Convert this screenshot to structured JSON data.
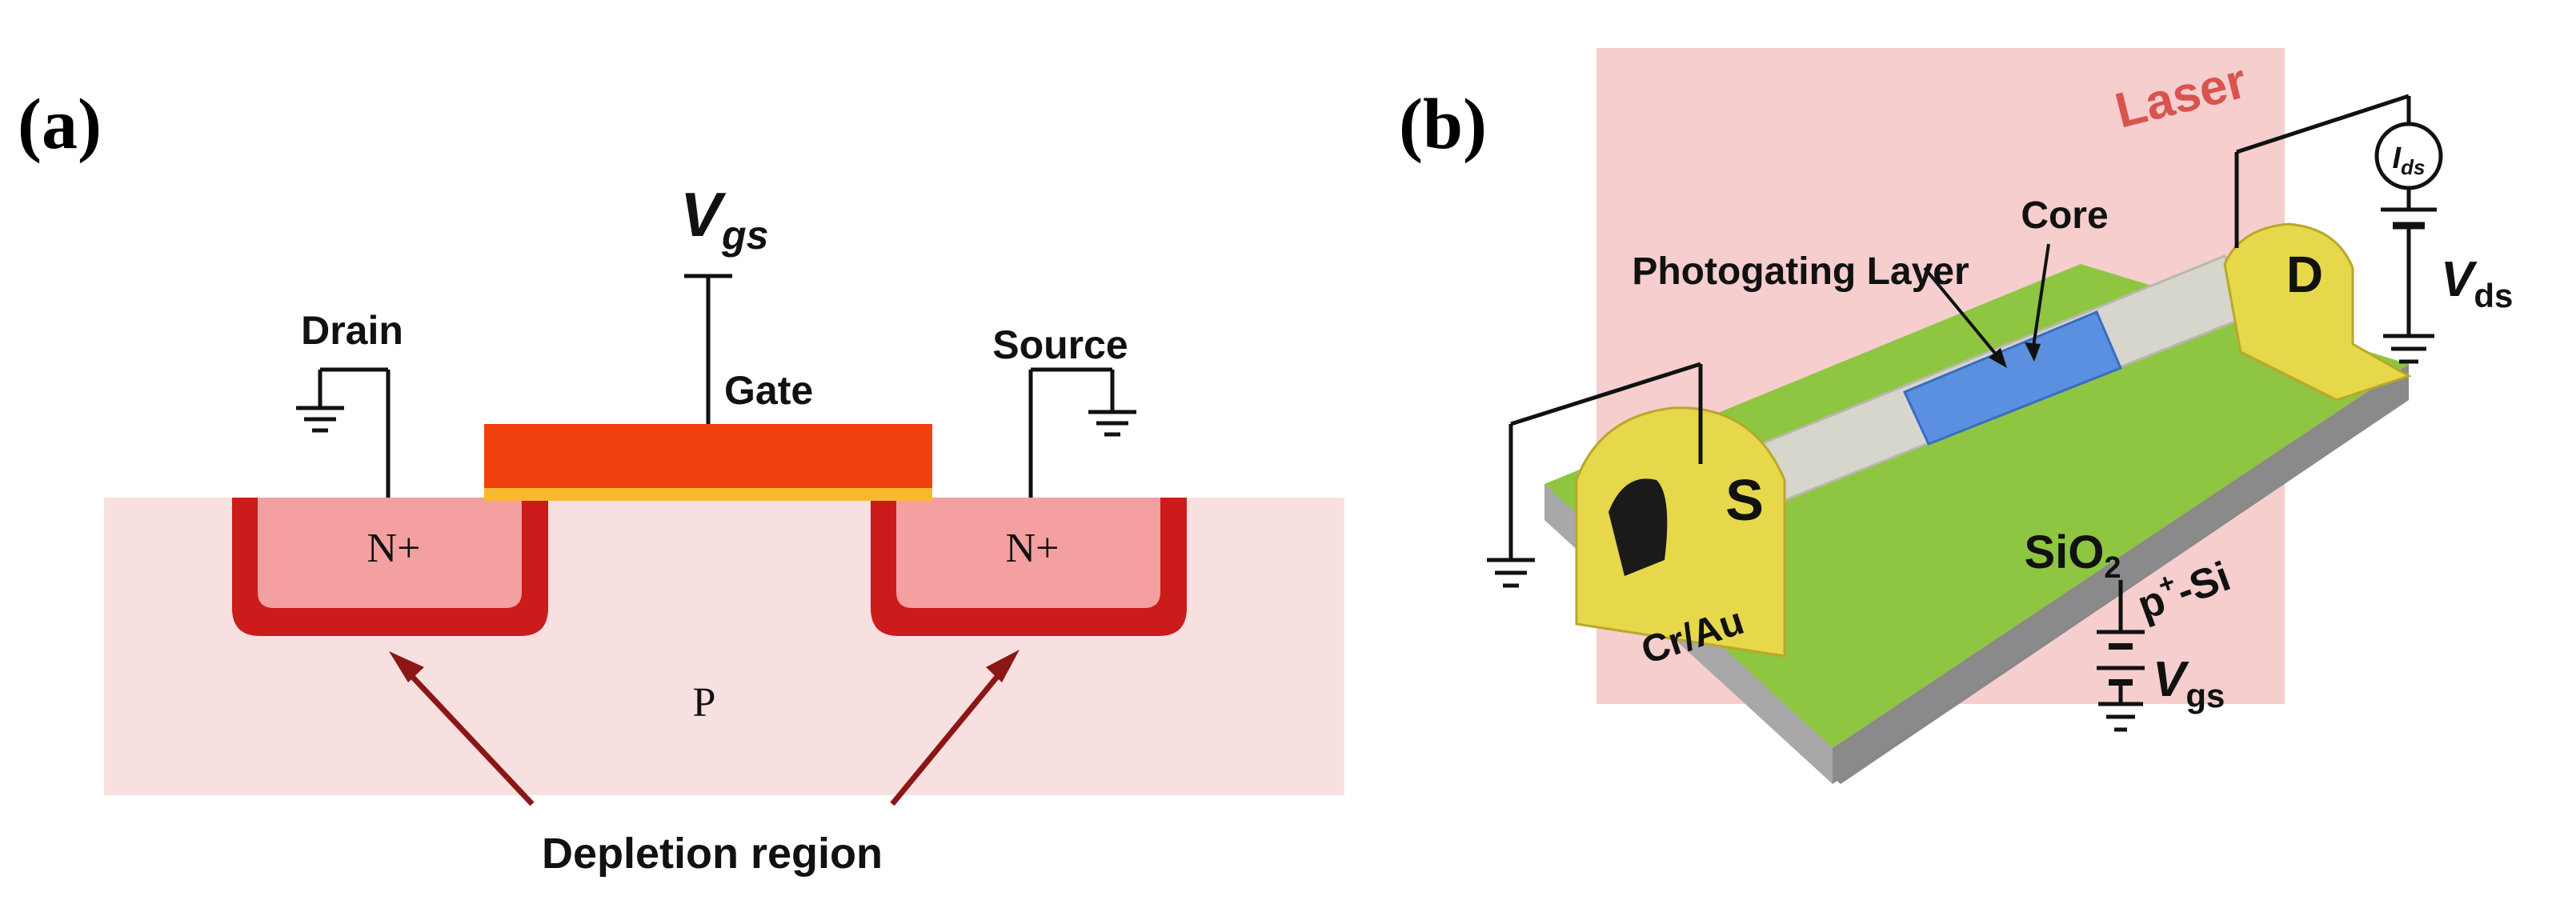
{
  "panel_a": {
    "tag": "(a)",
    "vgs_main": "V",
    "vgs_sub": "gs",
    "gate": "Gate",
    "drain": "Drain",
    "source": "Source",
    "n_plus_left": "N+",
    "n_plus_right": "N+",
    "substrate": "P",
    "depletion": "Depletion region",
    "colors": {
      "substrate": "#f8e0e0",
      "well_outer": "#cc1b1b",
      "well_inner": "#f4a0a0",
      "gate_top": "#f0400e",
      "gate_oxide": "#f9b830",
      "arrow": "#8c1515"
    }
  },
  "panel_b": {
    "tag": "(b)",
    "laser": "Laser",
    "core": "Core",
    "photogating": "Photogating Layer",
    "contact_s": "S",
    "contact_d": "D",
    "sio2_main": "SiO",
    "sio2_sub": "2",
    "psi_main": "p",
    "psi_sup": "+",
    "psi_rest": "-Si",
    "crau": "Cr/Au",
    "ids_main": "I",
    "ids_sub": "ds",
    "vds_main": "V",
    "vds_sub": "ds",
    "vgs_main": "V",
    "vgs_sub": "gs",
    "colors": {
      "laser": "#f4c6c6",
      "laser_text": "#d9534f",
      "sio2": "#8ec641",
      "silicon": "#9a9a9a",
      "gold": "#e6d84a",
      "core": "#5b8fe0",
      "shell": "#d6d6cc"
    }
  }
}
